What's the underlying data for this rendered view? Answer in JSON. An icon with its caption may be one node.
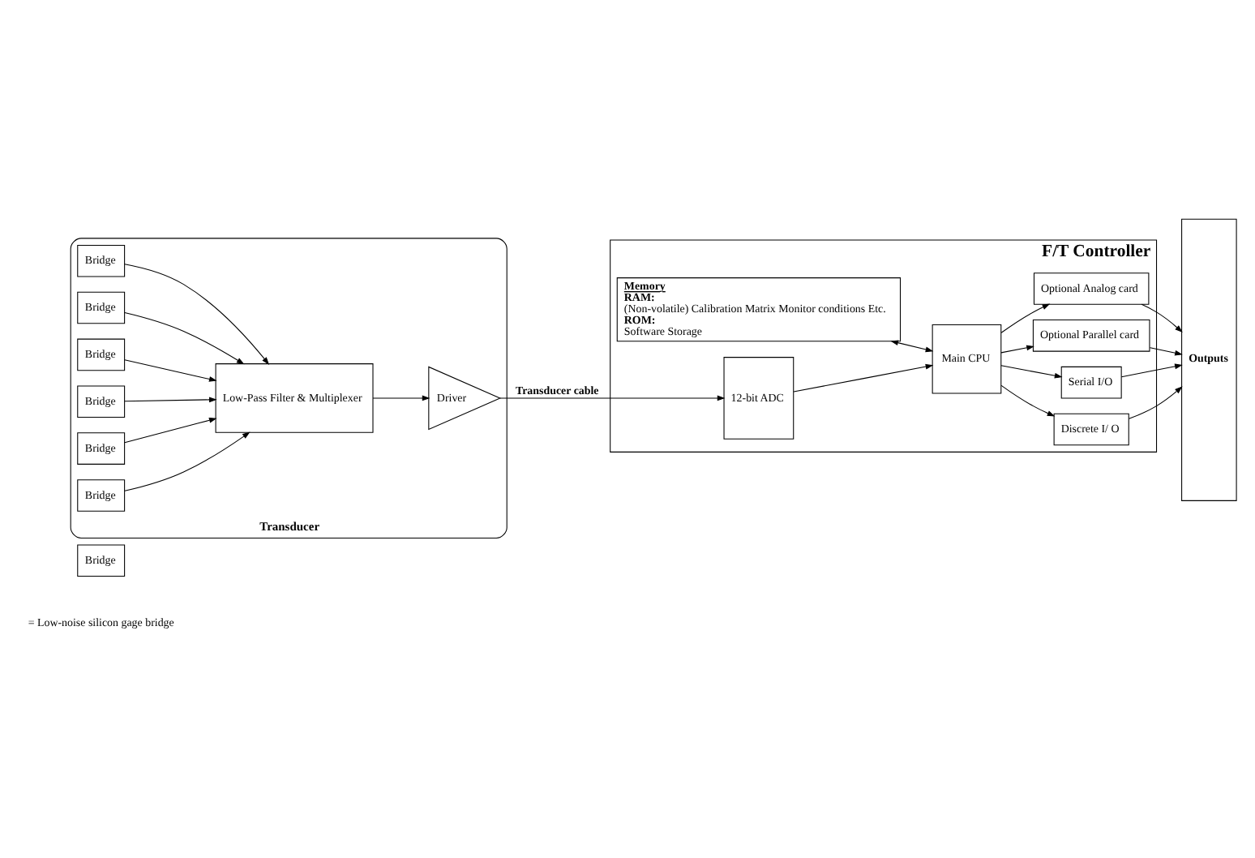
{
  "diagram": {
    "nodes": [
      {
        "text": [
          "Bridge"
        ],
        "beside": [
          "= Low-noise silicon gage bridge"
        ]
      },
      {
        "text": [
          "Transducer"
        ]
      },
      {
        "text": [
          "Bridge"
        ],
        "in": 1
      },
      {
        "text": [
          "Bridge"
        ],
        "in": 1
      },
      {
        "text": [
          "Bridge"
        ],
        "in": 1
      },
      {
        "text": [
          "Low-Pass Filter & Multiplexer"
        ],
        "in": 1
      },
      {
        "text": [
          "Driver"
        ],
        "in": 1
      },
      {
        "text": [
          "Bridge"
        ],
        "in": 1
      },
      {
        "text": [
          "Bridge"
        ],
        "in": 1
      },
      {
        "text": [
          "Bridge"
        ],
        "in": 1
      },
      {
        "text": [
          "F/T Controller"
        ]
      },
      {
        "text": [
          "Memory",
          "RAM:",
          "(Non-volatile) Calibration Matrix Monitor conditions Etc.",
          "ROM:",
          "Software Storage"
        ],
        "in": 10
      },
      {
        "text": [
          "Optional Analog card"
        ],
        "in": 10
      },
      {
        "text": [
          "Optional Parallel card"
        ],
        "in": 10
      },
      {
        "text": [
          "Main CPU"
        ],
        "in": 10
      },
      {
        "text": [
          "Serial I/O"
        ],
        "in": 10
      },
      {
        "text": [
          "Discrete I/ O"
        ],
        "in": 10
      },
      {
        "text": [
          "12-bit ADC"
        ],
        "in": 10
      },
      {
        "text": [
          "Outputs"
        ]
      }
    ],
    "edges": [
      {
        "from": 2,
        "to": 5,
        "arrow": "to"
      },
      {
        "from": 3,
        "to": 5,
        "arrow": "to"
      },
      {
        "from": 4,
        "to": 5,
        "arrow": "to"
      },
      {
        "from": 7,
        "to": 5,
        "arrow": "to"
      },
      {
        "from": 8,
        "to": 5,
        "arrow": "to"
      },
      {
        "from": 9,
        "to": 5,
        "arrow": "to"
      },
      {
        "from": 5,
        "to": 6,
        "arrow": "to"
      },
      {
        "from": 6,
        "to": 17,
        "arrow": "to",
        "label": "Transducer cable"
      },
      {
        "from": 11,
        "to": 14,
        "arrow": "both"
      },
      {
        "from": 17,
        "to": 14,
        "arrow": "to"
      },
      {
        "from": 14,
        "to": 12,
        "arrow": "to"
      },
      {
        "from": 14,
        "to": 13,
        "arrow": "to"
      },
      {
        "from": 14,
        "to": 15,
        "arrow": "to"
      },
      {
        "from": 14,
        "to": 16,
        "arrow": "to"
      },
      {
        "from": 12,
        "to": 18,
        "arrow": "to"
      },
      {
        "from": 13,
        "to": 18,
        "arrow": "to"
      },
      {
        "from": 15,
        "to": 18,
        "arrow": "to"
      },
      {
        "from": 16,
        "to": 18,
        "arrow": "to"
      }
    ]
  }
}
